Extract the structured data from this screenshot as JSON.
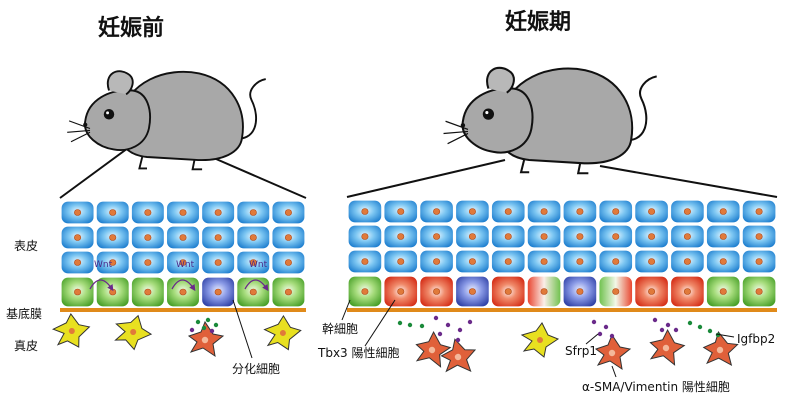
{
  "titles": {
    "before": "妊娠前",
    "during": "妊娠期"
  },
  "layer_labels": {
    "epidermis": "表皮",
    "basement_membrane": "基底膜",
    "dermis": "真皮"
  },
  "signals": {
    "wnt": "Wnt"
  },
  "annotations": {
    "differentiated_cell": "分化細胞",
    "stem_cell": "幹細胞",
    "tbx3_cell": "Tbx3 陽性細胞",
    "sfrp1": "Sfrp1",
    "igfbp2": "Igfbp2",
    "fibroblast": "α-SMA/Vimentin 陽性細胞"
  },
  "colors": {
    "epidermal_cell": "#3a9be0",
    "basal_green": "#6cc04a",
    "basal_blue": "#4a5fc0",
    "tbx3_red": "#e8402a",
    "basement_membrane": "#e08a1a",
    "melanocyte": "#e8e020",
    "fibroblast": "#e0603a",
    "dots_purple": "#6a2a8a",
    "dots_green": "#1a8a3a",
    "mouse": "#a8a8a8"
  }
}
